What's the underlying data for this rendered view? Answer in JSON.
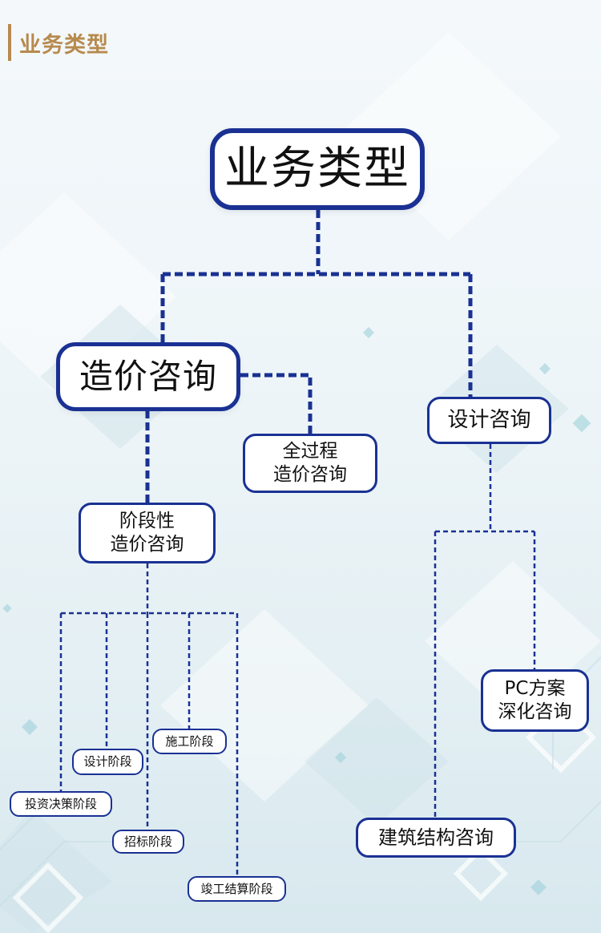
{
  "header": {
    "title": "业务类型"
  },
  "diagram": {
    "root": {
      "label": "业务类型"
    },
    "cost_consulting": {
      "label": "造价咨询",
      "full_process": {
        "line1": "全过程",
        "line2": "造价咨询"
      },
      "phased": {
        "line1": "阶段性",
        "line2": "造价咨询",
        "stages": {
          "investment_decision": "投资决策阶段",
          "design": "设计阶段",
          "tendering": "招标阶段",
          "construction": "施工阶段",
          "completion_settlement": "竣工结算阶段"
        }
      }
    },
    "design_consulting": {
      "label": "设计咨询",
      "pc_plan": {
        "line1": "PC方案",
        "line2": "深化咨询"
      },
      "structure": {
        "label": "建筑结构咨询"
      }
    }
  },
  "colors": {
    "accent": "#1a3193",
    "header": "#b78a4e"
  }
}
